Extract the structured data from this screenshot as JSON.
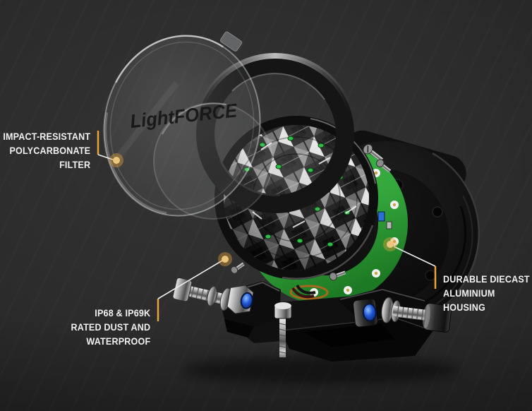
{
  "scene": {
    "background_color": "#2B2B2B",
    "accent_color": "#E8A43C",
    "connector_color": "#ECECEC",
    "dot_core_color": "#EBC77D",
    "label_color": "#F2F2F2"
  },
  "product": {
    "brand_logo": "LightFORCE",
    "pcb_color": "#3CB447",
    "nut_insert_color": "#2257D6"
  },
  "callouts": [
    {
      "id": "polycarbonate-filter",
      "align": "right",
      "lines": [
        "IMPACT-RESISTANT",
        "POLYCARBONATE",
        "FILTER"
      ]
    },
    {
      "id": "dust-waterproof-rating",
      "align": "right",
      "lines": [
        "IP68 & IP69K",
        "RATED DUST AND",
        "WATERPROOF"
      ]
    },
    {
      "id": "aluminium-housing",
      "align": "left",
      "lines": [
        "DURABLE DIECAST",
        "ALUMINIUM",
        "HOUSING"
      ]
    }
  ]
}
